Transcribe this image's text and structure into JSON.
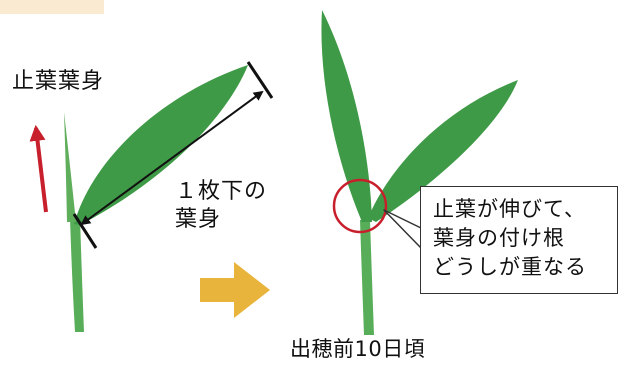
{
  "labels": {
    "flag_leaf_blade": "止葉葉身",
    "lower_leaf_blade": [
      "１枚下の",
      "葉身"
    ],
    "caption": [
      "止葉が伸びて、",
      "葉身の付け根",
      "どうしが重なる"
    ],
    "timing": "出穂前10日頃"
  },
  "colors": {
    "leaf": "#3f9a47",
    "stem": "#58ad59",
    "red_arrow": "#c81f2c",
    "progress_arrow": "#e9b43c",
    "circle": "#c81f2c",
    "top_tab": "#fbead2"
  },
  "icons": [
    "red-up-arrow-icon",
    "measure-arrow-icon",
    "right-arrow-icon",
    "highlight-circle-icon"
  ]
}
